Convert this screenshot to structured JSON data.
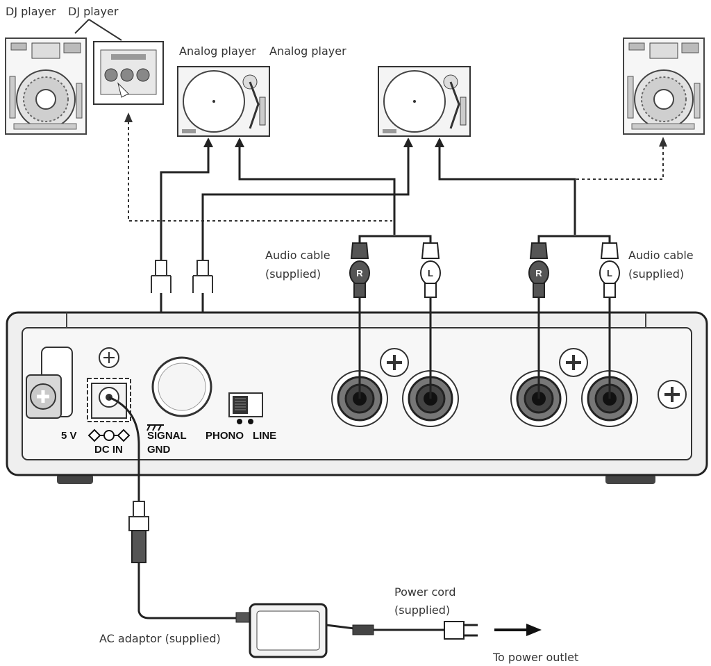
{
  "labels": {
    "dj_player_left": "DJ player",
    "dj_player_left2": "DJ player",
    "analog_player_1": "Analog player",
    "analog_player_2": "Analog player",
    "audio_cable_left_1": "Audio cable",
    "audio_cable_left_2": "(supplied)",
    "audio_cable_right_1": "Audio cable",
    "audio_cable_right_2": "(supplied)",
    "power_cord_1": "Power cord",
    "power_cord_2": "(supplied)",
    "ac_adaptor": "AC adaptor (supplied)",
    "to_power_outlet": "To power outlet"
  },
  "panel": {
    "voltage": "5 V",
    "dc_in": "DC IN",
    "signal": "SIGNAL",
    "gnd": "GND",
    "phono": "PHONO",
    "line": "LINE"
  },
  "plugs": {
    "right": "R",
    "left": "L"
  }
}
